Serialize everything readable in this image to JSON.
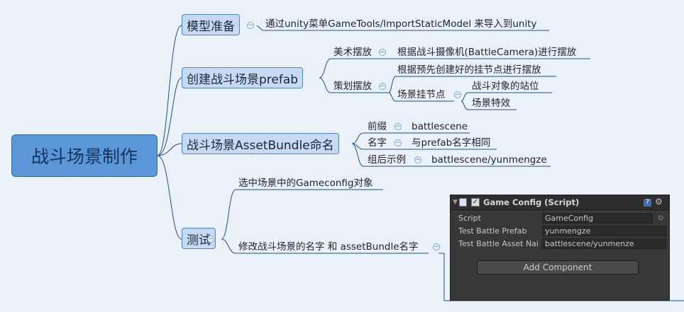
{
  "root": "战斗场景制作",
  "branch_model": "模型准备",
  "model_desc": "通过unity菜单GameTools/ImportStaticModel 来导入到unity",
  "branch_prefab": "创建战斗场景prefab",
  "art_place": "美术摆放",
  "art_desc": "根据战斗摄像机(BattleCamera)进行摆放",
  "plan_place": "策划摆放",
  "plan_desc": "根据预先创建好的挂节点进行摆放",
  "scene_node": "场景挂节点",
  "stand_pos": "战斗对象的站位",
  "scene_fx": "场景特效",
  "branch_bundle": "战斗场景AssetBundle命名",
  "prefix_label": "前缀",
  "prefix_value": "battlescene",
  "name_label": "名字",
  "name_value": "与prefab名字相同",
  "example_label": "组后示例",
  "example_value": "battlescene/yunmengze",
  "branch_test": "测试",
  "test_select": "选中场景中的Gameconfig对象",
  "test_modify": "修改战斗场景的名字 和 assetBundle名字",
  "inspector": {
    "title": "Game Config (Script)",
    "script_label": "Script",
    "script_value": "GameConfig",
    "prefab_label": "Test Battle Prefab",
    "prefab_value": "yunmengze",
    "asset_label": "Test Battle Asset Nai",
    "asset_value": "battlescene/yunmenze",
    "add_component": "Add Component"
  },
  "colors": {
    "line": "#1f4e86",
    "root_fill": "#5b96d6",
    "main_fill": "#c6dbf3",
    "panel": "#383838"
  }
}
